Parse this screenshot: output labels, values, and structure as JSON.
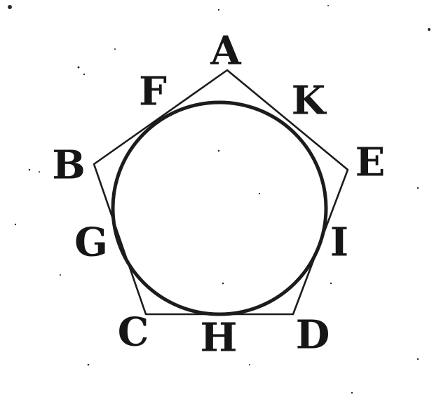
{
  "labels": {
    "A": "A",
    "B": "B",
    "C": "C",
    "D": "D",
    "E": "E",
    "F": "F",
    "G": "G",
    "H": "H",
    "I": "I",
    "K": "K"
  },
  "colors": {
    "ink": "#1c1c1c",
    "paper": "#ffffff"
  }
}
